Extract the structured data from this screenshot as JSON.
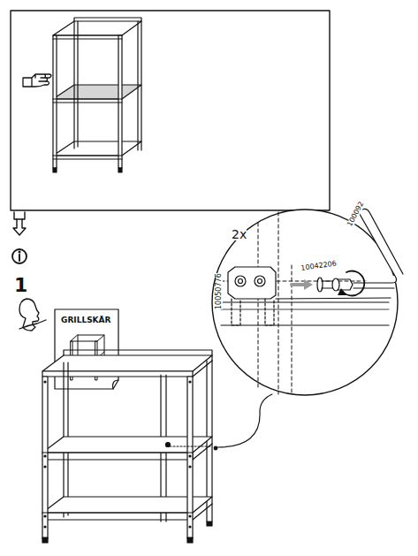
{
  "diagram": {
    "nodes": [
      {
        "text": [
          "GRILLSKÄR"
        ]
      }
    ],
    "labels": [
      "1",
      "2x",
      "10050776",
      "10042206",
      "100092"
    ]
  }
}
